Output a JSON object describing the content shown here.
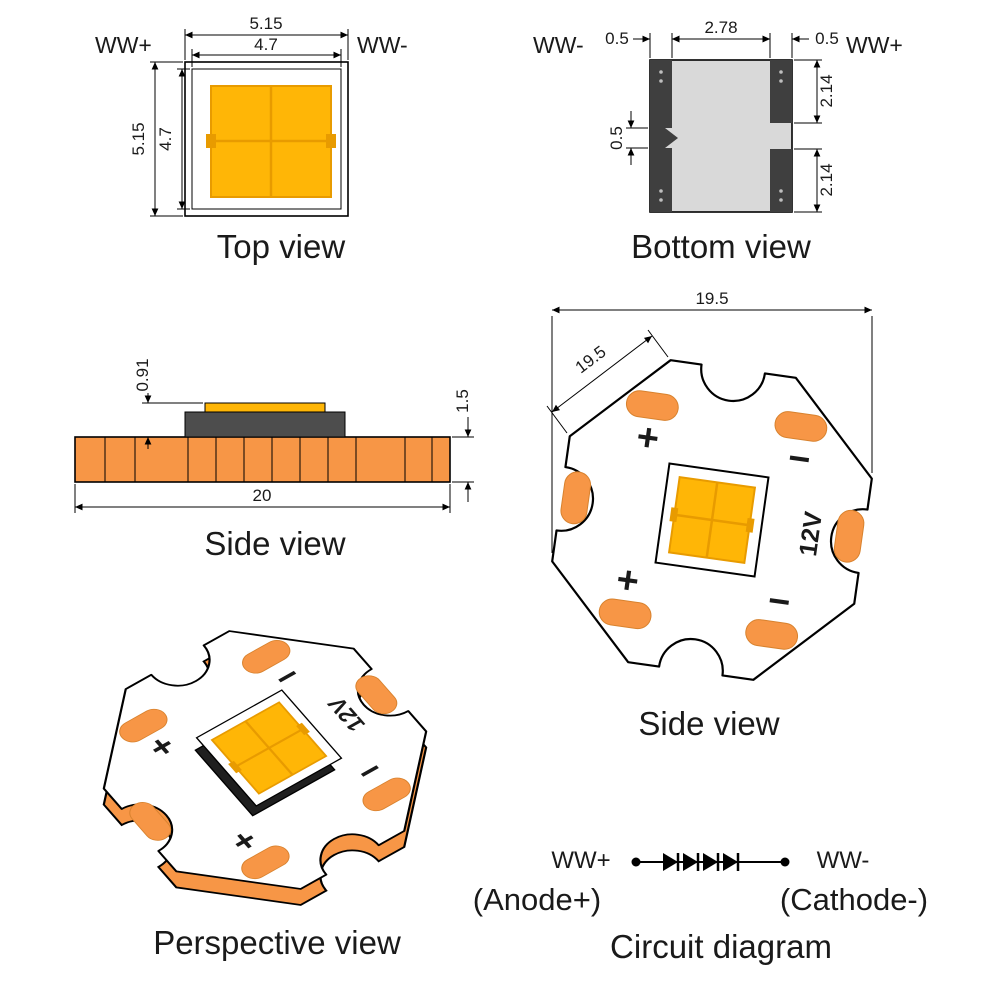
{
  "top_view": {
    "title": "Top view",
    "label_anode": "WW+",
    "label_cathode": "WW-",
    "dim_outer_width": "5.15",
    "dim_inner_width": "4.7",
    "dim_outer_height": "5.15",
    "dim_inner_height": "4.7"
  },
  "bottom_view": {
    "title": "Bottom view",
    "label_cathode": "WW-",
    "label_anode": "WW+",
    "dim_pad_left": "0.5",
    "dim_gap": "2.78",
    "dim_pad_right": "0.5",
    "dim_notch": "0.5",
    "dim_pad_top": "2.14",
    "dim_pad_bottom": "2.14"
  },
  "side_view": {
    "title": "Side view",
    "dim_led_height": "0.91",
    "dim_board_thickness": "1.5",
    "dim_board_width": "20"
  },
  "star_view": {
    "title": "Side view",
    "dim_width": "19.5",
    "dim_edge": "19.5",
    "voltage": "12V"
  },
  "perspective_view": {
    "title": "Perspective view",
    "voltage": "12V"
  },
  "polarity": {
    "plus": "+",
    "minus": "−"
  },
  "circuit_diagram": {
    "title": "Circuit diagram",
    "anode_label": "WW+",
    "anode_sub": "(Anode+)",
    "cathode_label": "WW-",
    "cathode_sub": "(Cathode-)"
  },
  "colors": {
    "emitter_orange": "#FFB606",
    "emitter_line_orange": "#E89B00",
    "pad_orange": "#F79646",
    "body_gray": "#D9D9D9",
    "contact_dark": "#3F3F3F",
    "led_side_dark": "#4D4D4D",
    "led_body_black": "#1F1F1F"
  }
}
